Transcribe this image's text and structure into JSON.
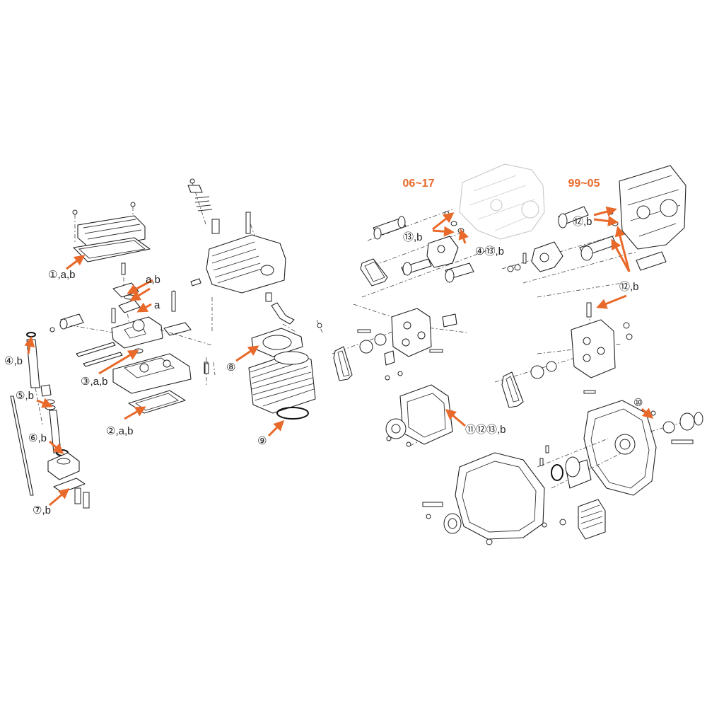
{
  "colors": {
    "accent": "#e8692a",
    "line": "#222222",
    "ghost": "#c8c8c8",
    "background": "#ffffff"
  },
  "headings": {
    "left_year_range": "06~17",
    "right_year_range": "99~05"
  },
  "callouts": [
    {
      "id": "c1",
      "text": "①,a,b"
    },
    {
      "id": "c2",
      "text": "a,b"
    },
    {
      "id": "c3",
      "text": "a"
    },
    {
      "id": "c4",
      "text": "③,a,b"
    },
    {
      "id": "c5",
      "text": "②,a,b"
    },
    {
      "id": "c6",
      "text": "④,b"
    },
    {
      "id": "c7",
      "text": "⑤,b"
    },
    {
      "id": "c8",
      "text": "⑥,b"
    },
    {
      "id": "c9",
      "text": "⑦,b"
    },
    {
      "id": "c10",
      "text": "⑧"
    },
    {
      "id": "c11",
      "text": "⑨"
    },
    {
      "id": "c12",
      "text": "⑬,b"
    },
    {
      "id": "c13",
      "text": "④⑬,b"
    },
    {
      "id": "c14",
      "text": "⑫,b"
    },
    {
      "id": "c15",
      "text": "⑫,b"
    },
    {
      "id": "c16",
      "text": "⑩"
    },
    {
      "id": "c17",
      "text": "⑪⑫⑬,b"
    }
  ]
}
